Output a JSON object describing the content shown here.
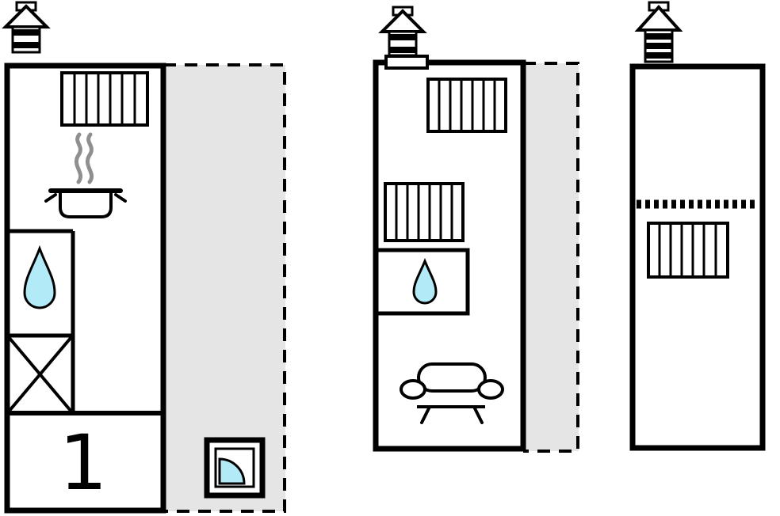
{
  "labels": {
    "room_1": "1"
  },
  "colors": {
    "wall": "#000000",
    "paper": "#ffffff",
    "terrace": "#e5e5e5",
    "water": "#b2ebf7",
    "steam": "#8f8f8f"
  },
  "icons": [
    "chimney-icon",
    "bed-icon",
    "steam-icon",
    "cooking-pot-icon",
    "water-drop-icon",
    "x-box-icon",
    "outdoor-shower-icon",
    "entrance-icon",
    "sofa-icon",
    "loft-divider-icon"
  ],
  "units": [
    {
      "name": "main-unit",
      "features": "chimney, bed, stove with steam, sink, crossed box, room 1, terrace with outdoor shower"
    },
    {
      "name": "middle-unit",
      "features": "chimney, entrance, two beds, sink, sofa, terrace"
    },
    {
      "name": "annex-unit",
      "features": "chimney, loft divider, bed"
    }
  ]
}
